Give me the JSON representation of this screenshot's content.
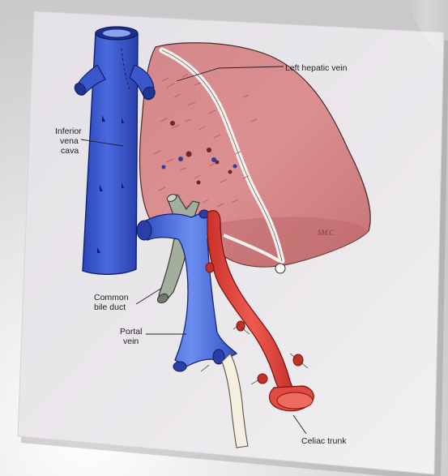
{
  "labels": {
    "left_hepatic_vein": "Left hepatic vein",
    "ivc_line1": "Inferior",
    "ivc_line2": "vena",
    "ivc_line3": "cava",
    "cbd_line1": "Common",
    "cbd_line2": "bile duct",
    "portal_line1": "Portal",
    "portal_line2": "vein",
    "celiac_trunk": "Celiac trunk"
  },
  "colors": {
    "card": "#e9e6ea",
    "liver": "#d9898b",
    "liver_shadow": "#b86466",
    "vein_blue": "#3f5fd1",
    "vein_blue_dark": "#1f3aa0",
    "artery_red": "#e0453d",
    "bile_duct": "#a0ad9a",
    "ligament_white": "#f4f2ee"
  }
}
